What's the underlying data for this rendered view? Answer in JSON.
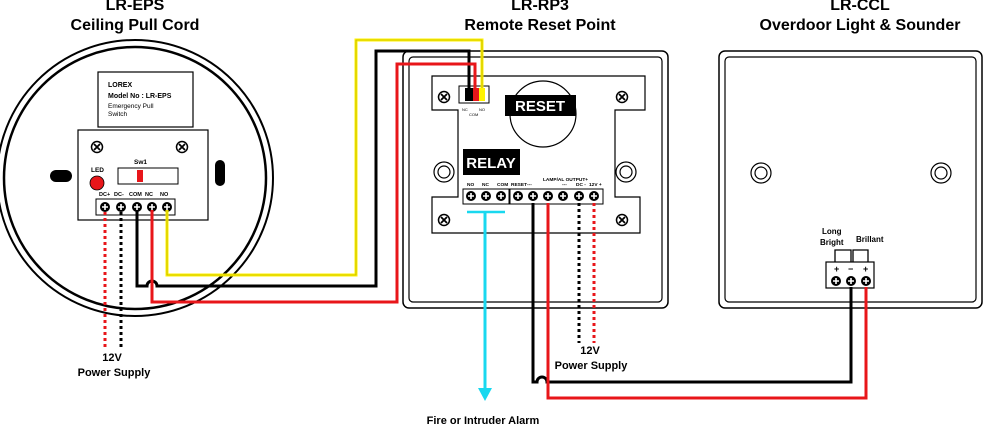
{
  "devices": {
    "eps": {
      "code": "LR-EPS",
      "name": "Ceiling Pull Cord"
    },
    "rp3": {
      "code": "LR-RP3",
      "name": "Remote Reset Point"
    },
    "ccl": {
      "code": "LR-CCL",
      "name": "Overdoor Light & Sounder"
    }
  },
  "eps_label": {
    "brand": "LOREX",
    "model": "Model No : LR-EPS",
    "desc1": "Emergency Pull",
    "desc2": "Switch"
  },
  "eps_led": "LED",
  "eps_switch": "Sw1",
  "eps_terminals": [
    "DC+",
    "DC-",
    "COM",
    "NC",
    "NO"
  ],
  "rp3_reset": "RESET",
  "rp3_relay": "RELAY",
  "rp3_connector": [
    "NC",
    "NO",
    "COM"
  ],
  "rp3_terminals": [
    "NO",
    "NC",
    "COM",
    "RESET",
    "---",
    "---",
    "LAMP/AL OUTPUT+",
    "---",
    "DC -",
    "12V +"
  ],
  "ccl_long_bright": [
    "Long",
    "Bright"
  ],
  "ccl_brillant": "Brillant",
  "ccl_terminals": [
    "+",
    "−",
    "+"
  ],
  "supply_left": {
    "line1": "12V",
    "line2": "Power Supply"
  },
  "supply_mid": {
    "line1": "12V",
    "line2": "Power Supply"
  },
  "alarm": "Fire or Intruder Alarm",
  "colors": {
    "red": "#e8161a",
    "yellow": "#fff200",
    "black": "#000000",
    "cyan": "#19d8ef"
  }
}
